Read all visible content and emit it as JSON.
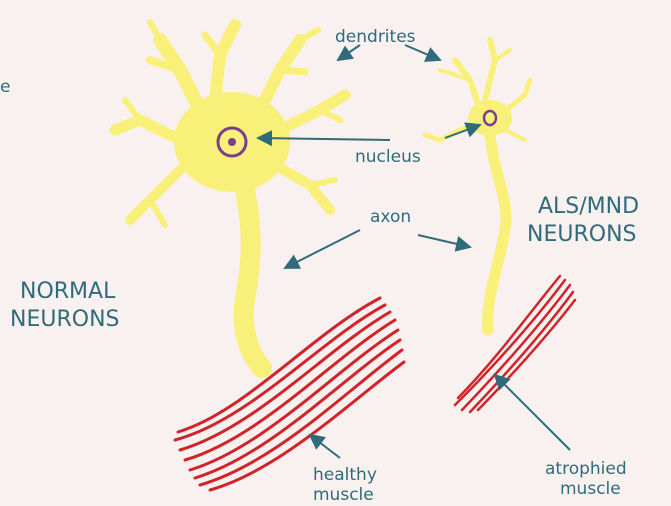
{
  "labels": {
    "dendrites": "dendrites",
    "nucleus": "nucleus",
    "axon": "axon",
    "normal_line1": "NORMAL",
    "normal_line2": "NEURONS",
    "als_line1": "ALS/MND",
    "als_line2": "NEURONS",
    "healthy_line1": "healthy",
    "healthy_line2": "muscle",
    "atrophied_line1": "atrophied",
    "atrophied_line2": "muscle",
    "edge_fragment": "e"
  },
  "colors": {
    "background": "#f8f1ef",
    "neuron_fill": "#f9f07a",
    "neuron_stroke": "#e3cf5a",
    "nucleus": "#7a3f8c",
    "muscle": "#d2232a",
    "label": "#2f6b7a",
    "arrow": "#2f6b7a"
  }
}
